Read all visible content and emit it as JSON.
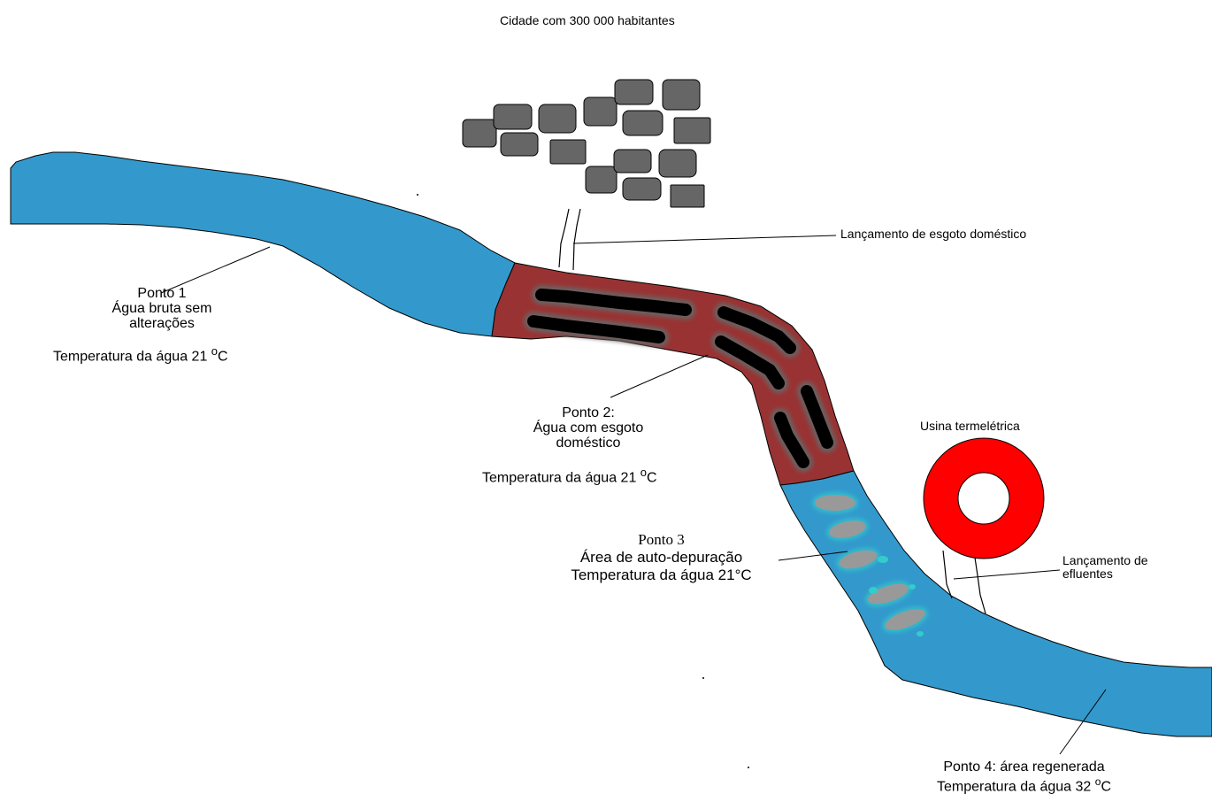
{
  "title": "Cidade com  300 000 habitantes",
  "sewage_label": "Lançamento de esgoto doméstico",
  "plant_label": "Usina termelétrica",
  "effluent_label": [
    "Lançamento de",
    "efluentes"
  ],
  "ponto1": {
    "name": "Ponto 1",
    "desc": [
      "Água  bruta sem",
      "alterações"
    ],
    "temp_prefix": "Temperatura da água 21 ",
    "temp_unit_sup": "o",
    "temp_unit": "C"
  },
  "ponto2": {
    "name": "Ponto 2:",
    "desc": [
      "Água com esgoto",
      "doméstico"
    ],
    "temp_prefix": "Temperatura da água 21 ",
    "temp_unit_sup": "o",
    "temp_unit": "C"
  },
  "ponto3": {
    "name": "Ponto 3",
    "desc": "Área de auto-depuração",
    "temp": "Temperatura da água 21°C"
  },
  "ponto4": {
    "name": "Ponto 4: área regenerada",
    "temp_prefix": "Temperatura da água 32 ",
    "temp_unit_sup": "o",
    "temp_unit": "C"
  },
  "colors": {
    "river_clean": "#3399cc",
    "river_polluted": "#993333",
    "sludge": "#000000",
    "purification_blob": "#999999",
    "bubbles": "#33cccc",
    "buildings": "#666666",
    "plant_ring": "#ff0000"
  }
}
